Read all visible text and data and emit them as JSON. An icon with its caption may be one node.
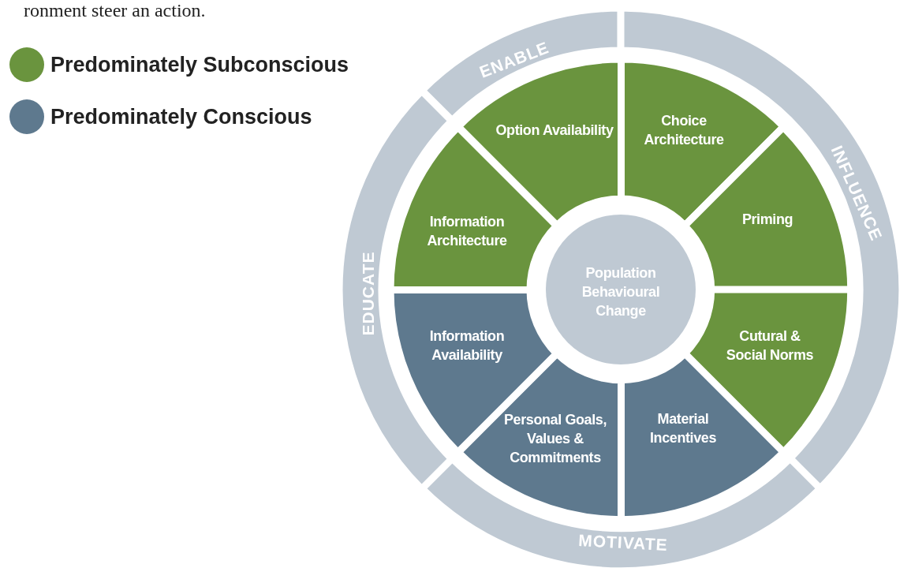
{
  "diagram": {
    "nodes": [
      {
        "text": [
          "Population Behavioural Change"
        ]
      },
      {
        "text": [
          "Choice Architecture"
        ]
      },
      {
        "text": [
          "Priming"
        ]
      },
      {
        "text": [
          "Cutural & Social Norms"
        ]
      },
      {
        "text": [
          "Material Incentives"
        ]
      },
      {
        "text": [
          "Personal Goals, Values & Commitments"
        ]
      },
      {
        "text": [
          "Information Availability"
        ]
      },
      {
        "text": [
          "Information Architecture"
        ]
      },
      {
        "text": [
          "Option Availability"
        ]
      },
      {
        "text": [
          "ENABLE"
        ]
      },
      {
        "text": [
          "INFLUENCE"
        ]
      },
      {
        "text": [
          "MOTIVATE"
        ]
      },
      {
        "text": [
          "EDUCATE"
        ]
      }
    ],
    "edges": [],
    "labels": [
      "ronment steer an action."
    ],
    "legend": [
      {
        "text": "Predominately Subconscious",
        "color": "#6a943e"
      },
      {
        "text": "Predominately Conscious",
        "color": "#5e798e"
      }
    ]
  }
}
